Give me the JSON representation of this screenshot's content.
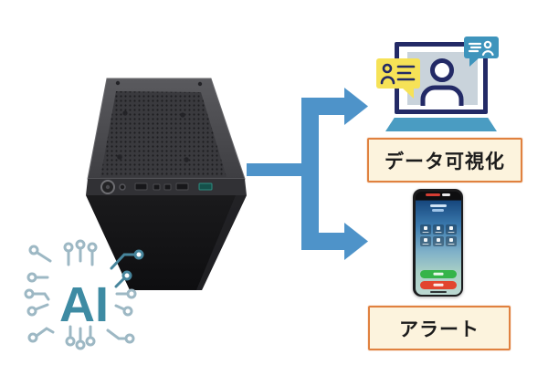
{
  "ai_logo": {
    "text": "AI",
    "color": "#3e8ba3",
    "trace_color": "#9db8c4"
  },
  "flow": {
    "arrow_color": "#4e93c9",
    "direction": "pc-to-outputs"
  },
  "outputs": {
    "visualization": {
      "label": "データ可視化"
    },
    "alert": {
      "label": "アラート"
    }
  },
  "label_box_style": {
    "background": "#fcf3dd",
    "border_color": "#e0813f",
    "text_color": "#1c1c1c"
  },
  "laptop_illustration": {
    "frame_color": "#232a66",
    "panel_color": "#c9d3db",
    "base_color": "#4a9cc2",
    "bubble_yellow_color": "#f6e257",
    "bubble_blue_color": "#3e94bc"
  },
  "phone_illustration": {
    "frame_color": "#1b1b1d",
    "accept_button_color": "#35b44a",
    "decline_button_color": "#e2452f",
    "call_options_count": 6
  },
  "pc_illustration": {
    "type": "black mini-tower edge PC, top-front view"
  }
}
